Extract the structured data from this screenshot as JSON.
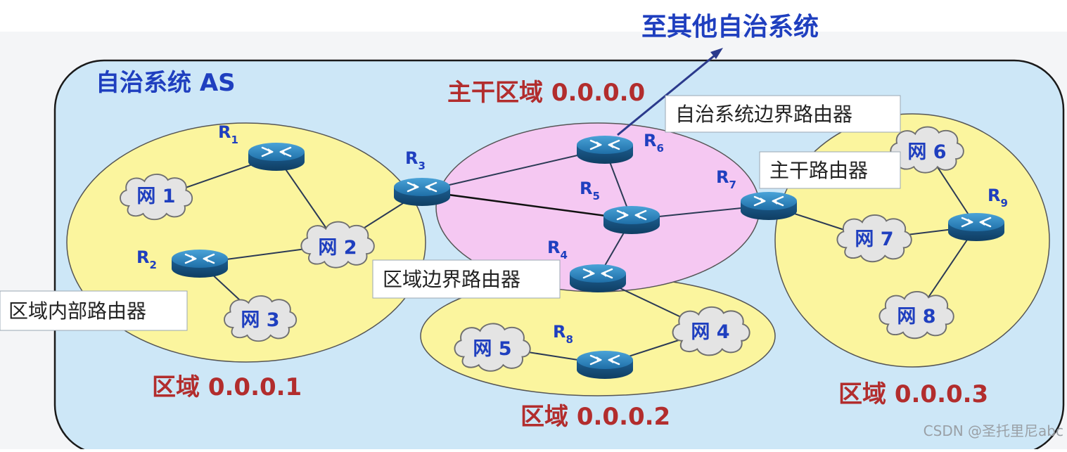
{
  "external_label": "至其他自治系统",
  "as_label": "自治系统 AS",
  "backbone_label": "主干区域 0.0.0.0",
  "areas": {
    "area1": "区域 0.0.0.1",
    "area2": "区域 0.0.0.2",
    "area3": "区域 0.0.0.3"
  },
  "routers": [
    {
      "id": "R1",
      "base": "R",
      "sub": "1"
    },
    {
      "id": "R2",
      "base": "R",
      "sub": "2"
    },
    {
      "id": "R3",
      "base": "R",
      "sub": "3"
    },
    {
      "id": "R4",
      "base": "R",
      "sub": "4"
    },
    {
      "id": "R5",
      "base": "R",
      "sub": "5"
    },
    {
      "id": "R6",
      "base": "R",
      "sub": "6"
    },
    {
      "id": "R7",
      "base": "R",
      "sub": "7"
    },
    {
      "id": "R8",
      "base": "R",
      "sub": "8"
    },
    {
      "id": "R9",
      "base": "R",
      "sub": "9"
    }
  ],
  "networks": [
    "网 1",
    "网 2",
    "网 3",
    "网 4",
    "网 5",
    "网 6",
    "网 7",
    "网 8"
  ],
  "callouts": {
    "as_boundary": "自治系统边界路由器",
    "backbone_router": "主干路由器",
    "area_border": "区域边界路由器",
    "internal": "区域内部路由器"
  },
  "watermark": "CSDN @圣托里尼abc"
}
